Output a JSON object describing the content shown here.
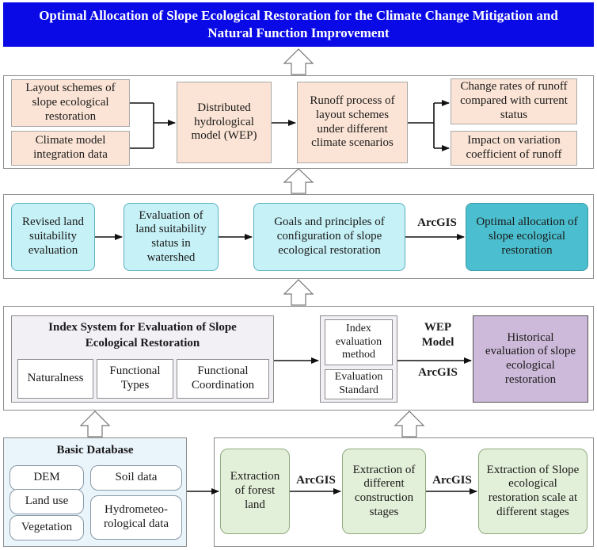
{
  "title": "Optimal Allocation of Slope Ecological Restoration for the Climate Change Mitigation and Natural Function Improvement",
  "row1": {
    "layout_schemes": "Layout schemes of slope ecological restoration",
    "climate_model": "Climate model integration data",
    "wep_model": "Distributed hydrological model (WEP)",
    "runoff_process": "Runoff process of layout schemes under different climate scenarios",
    "change_rates": "Change rates of runoff compared with current status",
    "impact_variation": "Impact on variation coefficient of runoff"
  },
  "row2": {
    "revised_land": "Revised land suitability evaluation",
    "evaluation_status": "Evaluation of land suitability status in watershed",
    "goals_principles": "Goals and principles of configuration of slope ecological restoration",
    "arcgis": "ArcGIS",
    "optimal_allocation": "Optimal allocation of slope ecological restoration"
  },
  "row3": {
    "index_system_title": "Index System for Evaluation of Slope Ecological Restoration",
    "naturalness": "Naturalness",
    "functional_types": "Functional Types",
    "functional_coordination": "Functional Coordination",
    "index_method": "Index evaluation method",
    "evaluation_standard": "Evaluation Standard",
    "wep_model_label": "WEP Model",
    "arcgis": "ArcGIS",
    "historical": "Historical evaluation of slope ecological restoration"
  },
  "row4": {
    "basic_database": "Basic Database",
    "dem": "DEM",
    "soil": "Soil data",
    "land_use": "Land use",
    "hydro": "Hydrometeo- rological data",
    "vegetation": "Vegetation",
    "forest": "Extraction of forest land",
    "arcgis_1": "ArcGIS",
    "construction": "Extraction of different construction stages",
    "arcgis_2": "ArcGIS",
    "scale": "Extraction of Slope ecological restoration scale at different stages"
  }
}
